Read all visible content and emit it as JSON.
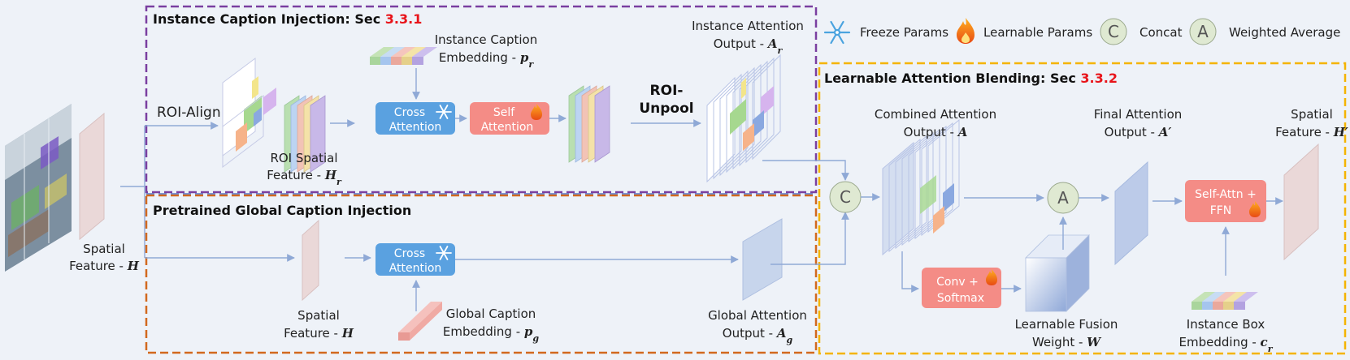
{
  "legend": {
    "freeze": "Freeze Params",
    "learnable": "Learnable Params",
    "concat_symbol": "C",
    "concat": "Concat",
    "avg_symbol": "A",
    "avg": "Weighted Average"
  },
  "sections": {
    "instance": {
      "title": "Instance Caption Injection: Sec ",
      "ref": "3.3.1"
    },
    "global": {
      "title": "Pretrained Global Caption Injection"
    },
    "blending": {
      "title": "Learnable Attention Blending: Sec ",
      "ref": "3.3.2"
    }
  },
  "labels": {
    "roi_align": "ROI-Align",
    "roi_unpool_1": "ROI-",
    "roi_unpool_2": "Unpool",
    "roi_spatial_1": "ROI Spatial",
    "roi_spatial_2": "Feature - ",
    "roi_spatial_sym": "H",
    "roi_spatial_sub": "r",
    "inst_cap_1": "Instance Caption",
    "inst_cap_2": "Embedding - ",
    "inst_cap_sym": "p",
    "inst_cap_sub": "r",
    "inst_attn_1": "Instance Attention",
    "inst_attn_2": "Output - ",
    "inst_attn_sym": "A",
    "inst_attn_sub": "r",
    "spatial_left_1": "Spatial",
    "spatial_left_2": "Feature - ",
    "spatial_left_sym": "H",
    "spatial_mid_1": "Spatial",
    "spatial_mid_2": "Feature - ",
    "spatial_mid_sym": "H",
    "global_cap_1": "Global Caption",
    "global_cap_2": "Embedding - ",
    "global_cap_sym": "p",
    "global_cap_sub": "g",
    "global_attn_1": "Global Attention",
    "global_attn_2": "Output - ",
    "global_attn_sym": "A",
    "global_attn_sub": "g",
    "combined_1": "Combined Attention",
    "combined_2": "Output - ",
    "combined_sym": "A",
    "final_1": "Final Attention",
    "final_2": "Output - ",
    "final_sym": "A′",
    "spatial_out_1": "Spatial",
    "spatial_out_2": "Feature - ",
    "spatial_out_sym": "H′",
    "fusion_1": "Learnable Fusion",
    "fusion_2": "Weight - ",
    "fusion_sym": "W",
    "inst_box_1": "Instance Box",
    "inst_box_2": "Embedding - ",
    "inst_box_sym": "c",
    "inst_box_sub": "r"
  },
  "blocks": {
    "cross_1": "Cross",
    "attention": "Attention",
    "self_1": "Self",
    "cross_2": "Cross",
    "conv_1": "Conv +",
    "conv_2": "Softmax",
    "sa_1": "Self-Attn +",
    "sa_2": "FFN",
    "concat_node": "C",
    "avg_node": "A"
  },
  "colors": {
    "instance_border": "#7a3fa0",
    "global_border": "#d2691e",
    "blending_border": "#f4b400",
    "frozen_block": "#5aa1e0",
    "learnable_block": "#f48c86",
    "node_fill": "#dfe9d2"
  }
}
